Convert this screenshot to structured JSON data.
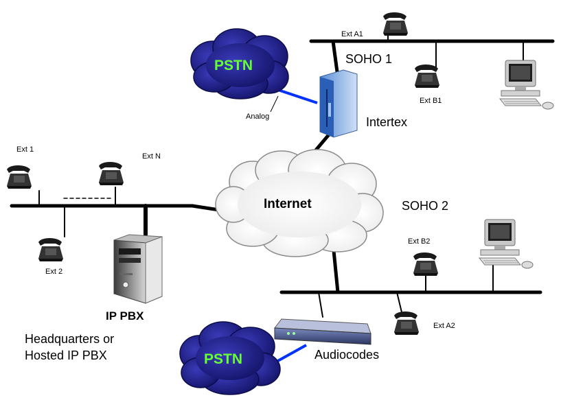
{
  "clouds": {
    "pstn_top": "PSTN",
    "pstn_bottom": "PSTN",
    "internet": "Internet"
  },
  "labels": {
    "soho1": "SOHO 1",
    "soho2": "SOHO 2",
    "analog": "Analog",
    "intertex": "Intertex",
    "audiocodes": "Audiocodes",
    "ip_pbx": "IP PBX",
    "hq_line1": "Headquarters or",
    "hq_line2": "Hosted IP PBX"
  },
  "extensions": {
    "ext_a1_soho1": "Ext A1",
    "ext_b1_soho1": "Ext B1",
    "ext_1": "Ext 1",
    "ext_n": "Ext N",
    "ext_2": "Ext 2",
    "ext_b2_soho2": "Ext B2",
    "ext_a2_soho2": "Ext A2"
  },
  "colors": {
    "pstn_cloud": "#1a1a8c",
    "pstn_text": "#66ff33",
    "analog_link": "#0033ff",
    "lan_line": "#000000"
  },
  "icons": {
    "phone": "phone-icon",
    "computer": "computer-icon",
    "server": "server-icon",
    "gateway": "gateway-icon",
    "router": "router-icon"
  }
}
